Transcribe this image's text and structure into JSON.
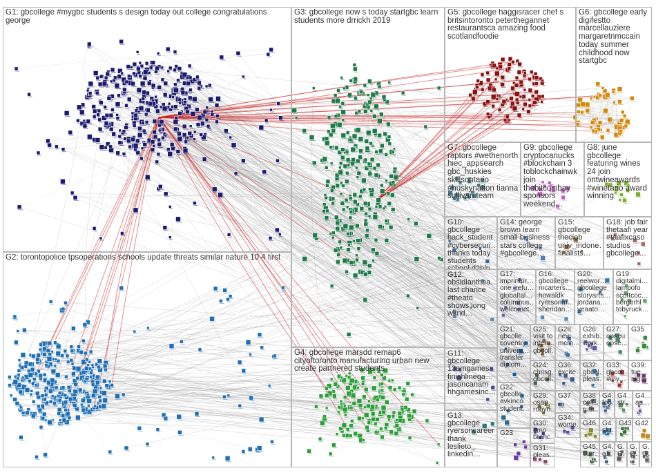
{
  "groups": [
    {
      "id": "G1",
      "text": "G1: gbcollege #mygbc students s design today out college congratulations george",
      "color": "#1a1a6e"
    },
    {
      "id": "G2",
      "text": "G2: torontopolice tpsoperations schools update threats similar nature 10 4 first",
      "color": "#1f6fb5"
    },
    {
      "id": "G3",
      "text": "G3: gbcollege now s today startgbc learn students more drrickh 2019",
      "color": "#1f7a4a"
    },
    {
      "id": "G4",
      "text": "G4: gbcollege marsdd remap6 cityoftoronto manufacturing urban new create partnered students",
      "color": "#2e9e3a"
    },
    {
      "id": "G5",
      "text": "G5: gbcollege haggisracer chef s britsintoronto peterthegannet restaurantsca amazing food scotlandfoodie",
      "color": "#8b1010"
    },
    {
      "id": "G6",
      "text": "G6: gbcollege early digifestto marcellauziere margaretnmccain today summer childhood now startgbc",
      "color": "#d08a10"
    },
    {
      "id": "G7",
      "text": "G7: gbcollege raptors #wethenorth hiec_appsearch gbc_huskies skillsontario #huskynation tianna sullivan team",
      "color": "#4a7a8a"
    },
    {
      "id": "G8",
      "text": "G8: june gbcollege featuring wines 24 join ontwineawards #winetario award winning",
      "color": "#7ab030"
    },
    {
      "id": "G9",
      "text": "G9: gbcollege cryptocanucks #blockchain 3 toblockchainwk join thebitcoinbay sponsors weekend…",
      "color": "#c060c0"
    },
    {
      "id": "G10",
      "text": "G10: gbcollege hack_student #cybersecuri… thanks today students school d2hln",
      "color": "#3a6a9a"
    },
    {
      "id": "G11",
      "text": "G11: gbcollege 13amgames finishlinega… jasoncanam hhgamesinc…",
      "color": "#4a4a8a"
    },
    {
      "id": "G12",
      "text": "G12: obsidianthea… last chance #theato shows long wknd…",
      "color": "#6a8a9a"
    },
    {
      "id": "G13",
      "text": "G13: gbcollege ryersoncareer thank leslieto_ linkedin…",
      "color": "#2a7a7a"
    },
    {
      "id": "G14",
      "text": "G14: george brown learn small business stars college #gbcollege…",
      "color": "#5a7ab0"
    },
    {
      "id": "G15",
      "text": "G15: gbcollege theciob univ_indone… finalists…",
      "color": "#8a6a3a"
    },
    {
      "id": "G16",
      "text": "G16: gbcollege mcarters… howaldk ryersonm… sheridan…",
      "color": "#5a8ab0"
    },
    {
      "id": "G17",
      "text": "G17: imprintpr… one_refu… globaltal… columbus… welcomet…",
      "color": "#6a6aa0"
    },
    {
      "id": "G18",
      "text": "G18: job fair thetaafi year #taafixcaso studios gbcollege…",
      "color": "#a06a6a"
    },
    {
      "id": "G19",
      "text": "G19: digitalmi… lampofo scottcoc… bergerhl tobyruck…",
      "color": "#6aa06a"
    },
    {
      "id": "G20",
      "text": "G20: reelwor… gbcollege storyarts… jordana… yeaato…",
      "color": "#3a7aa0"
    },
    {
      "id": "G21",
      "text": "G21: gbcolle… coventry univers… transfer diplom…",
      "color": "#1a5a9a"
    },
    {
      "id": "G22",
      "text": "G22: gbcolle… avkinco student…",
      "color": "#2a6a8a"
    },
    {
      "id": "G23",
      "text": "G23",
      "color": "#6a3aa0"
    },
    {
      "id": "G24",
      "text": "G24: chrisg… gbcoll…",
      "color": "#4a6a4a"
    },
    {
      "id": "G25",
      "text": "G25: visit to intern… gbcoll…",
      "color": "#7a5a3a"
    },
    {
      "id": "G26",
      "text": "G26: exhib… work…",
      "color": "#5a5a9a"
    },
    {
      "id": "G27",
      "text": "G27: opseu opse…",
      "color": "#4a8a6a"
    },
    {
      "id": "G28",
      "text": "G28: new mcm…",
      "color": "#3a6aa0"
    },
    {
      "id": "G29",
      "text": "G29: osap robyn…",
      "color": "#7a7a3a"
    },
    {
      "id": "G30",
      "text": "G30: bmo branc…",
      "color": "#3a3a8a"
    },
    {
      "id": "G31",
      "text": "G31: pleas…",
      "color": "#8a4a6a"
    },
    {
      "id": "G32",
      "text": "G32: gbcol… pleas…",
      "color": "#4a7a9a"
    },
    {
      "id": "G33",
      "text": "G33: gbcol… #my…",
      "color": "#9a3a3a"
    },
    {
      "id": "G34",
      "text": "G34: wome…",
      "color": "#5a4a9a"
    },
    {
      "id": "G35",
      "text": "G35",
      "color": "#3a8a3a"
    },
    {
      "id": "G36",
      "text": "G36: excite…",
      "color": "#3a5a8a"
    },
    {
      "id": "G37",
      "text": "G37",
      "color": "#2a4a6a"
    },
    {
      "id": "G38",
      "text": "G38: coff… rutir…",
      "color": "#6a6a6a"
    },
    {
      "id": "G39",
      "text": "G39: tue… nig…",
      "color": "#6a3a6a"
    },
    {
      "id": "G40",
      "text": "G4…: foo…",
      "color": "#4a6a8a"
    },
    {
      "id": "G41",
      "text": "G4…: str…",
      "color": "#5a8a5a"
    },
    {
      "id": "G42",
      "text": "G42",
      "color": "#c08a2a"
    },
    {
      "id": "G43",
      "text": "G43",
      "color": "#3a6a3a"
    },
    {
      "id": "G44",
      "text": "G4…: au…",
      "color": "#7a5a8a"
    },
    {
      "id": "G45",
      "text": "G45: curr…",
      "color": "#4a6a4a"
    },
    {
      "id": "G46",
      "text": "G46",
      "color": "#8a8a2a"
    },
    {
      "id": "G47",
      "text": "G4…: stu…",
      "color": "#2a6a9a"
    },
    {
      "id": "G48",
      "text": "G4…: a1…",
      "color": "#3a5a6a"
    },
    {
      "id": "G49",
      "text": "G…: G…",
      "color": "#5a5a5a"
    },
    {
      "id": "G50",
      "text": "G…: G…",
      "color": "#5a5a5a"
    },
    {
      "id": "G51",
      "text": "G…: G…",
      "color": "#5a5a5a"
    }
  ]
}
